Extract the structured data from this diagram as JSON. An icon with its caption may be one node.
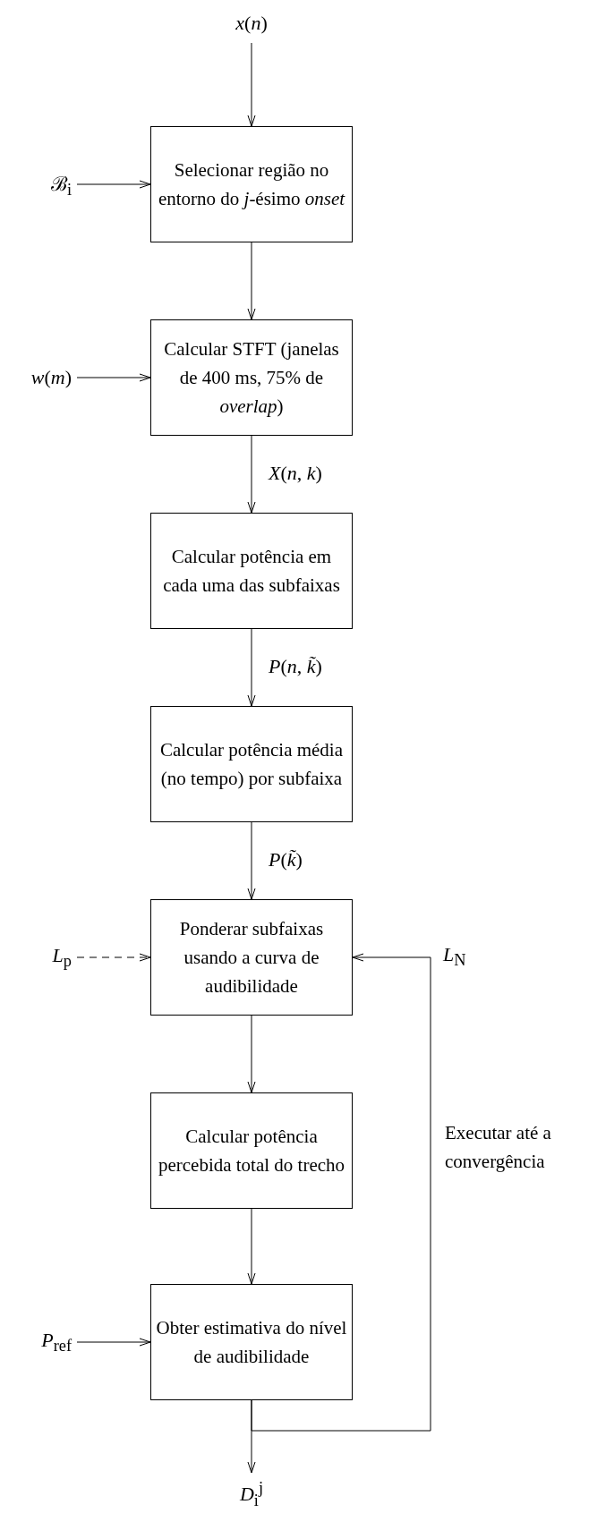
{
  "diagram": {
    "nodes": [
      {
        "text": [
          "*x*(*n*)"
        ]
      },
      {
        "text": [
          "ℬ$_{i}$"
        ]
      },
      {
        "text": [
          "Selecionar região no entorno do *j*-ésimo *onset*"
        ]
      },
      {
        "text": [
          "*w*(*m*)"
        ]
      },
      {
        "text": [
          "Calcular STFT (janelas de 400 ms, 75% de *overlap*)"
        ]
      },
      {
        "text": [
          "Calcular potência em cada uma das subfaixas"
        ]
      },
      {
        "text": [
          "Calcular potência média (no tempo) por subfaixa"
        ]
      },
      {
        "text": [
          "*L*$_{p}$"
        ]
      },
      {
        "text": [
          "Ponderar subfaixas usando a curva de audibilidade"
        ]
      },
      {
        "text": [
          "Calcular potência percebida total do trecho"
        ]
      },
      {
        "text": [
          "*P*$_{ref}$"
        ]
      },
      {
        "text": [
          "Obter estimativa do nível de audibilidade"
        ]
      },
      {
        "text": [
          "*D*$_{i}$$^{j}$"
        ]
      }
    ],
    "edges": [
      {
        "from": 0,
        "to": 2,
        "arrow": "to"
      },
      {
        "from": 1,
        "to": 2,
        "arrow": "to"
      },
      {
        "from": 2,
        "to": 4,
        "arrow": "to"
      },
      {
        "from": 3,
        "to": 4,
        "arrow": "to"
      },
      {
        "from": 4,
        "to": 5,
        "arrow": "to",
        "label": "*X*(*n*, *k*)"
      },
      {
        "from": 5,
        "to": 6,
        "arrow": "to",
        "label": "*P*(*n*, *k̃*)"
      },
      {
        "from": 6,
        "to": 8,
        "arrow": "to",
        "label": "*P*(*k̃*)"
      },
      {
        "from": 7,
        "to": 8,
        "arrow": "to",
        "style": "dashed"
      },
      {
        "from": 8,
        "to": 9,
        "arrow": "to"
      },
      {
        "from": 9,
        "to": 11,
        "arrow": "to"
      },
      {
        "from": 10,
        "to": 11,
        "arrow": "to"
      },
      {
        "from": 11,
        "to": 12,
        "arrow": "to"
      },
      {
        "from": 11,
        "to": 8,
        "arrow": "to",
        "label": "*L*$_{N}$"
      }
    ],
    "labels": [
      "Executar até a convergência"
    ]
  }
}
